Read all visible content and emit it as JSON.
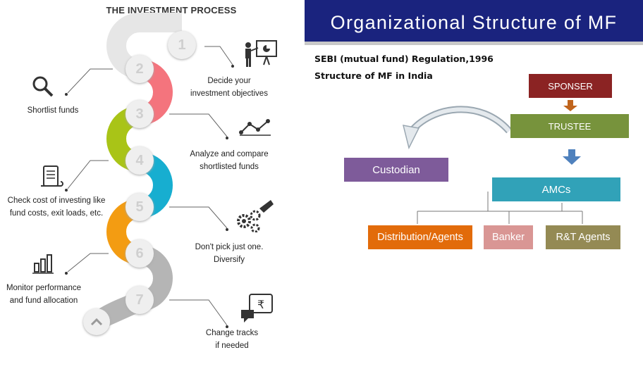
{
  "left": {
    "title": "THE INVESTMENT PROCESS",
    "steps": [
      "1",
      "2",
      "3",
      "4",
      "5",
      "6",
      "7"
    ],
    "captions": {
      "decide": [
        "Decide your",
        "investment objectives"
      ],
      "shortlist": [
        "Shortlist funds"
      ],
      "analyze": [
        "Analyze and compare",
        "shortlisted funds"
      ],
      "cost": [
        "Check cost of investing like",
        "fund costs, exit loads, etc."
      ],
      "diversify": [
        "Don't pick just one.",
        "Diversify"
      ],
      "monitor": [
        "Monitor performance",
        "and fund allocation"
      ],
      "change": [
        "Change tracks",
        "if needed"
      ]
    },
    "icons": [
      "presentation-icon",
      "search-icon",
      "line-chart-icon",
      "scroll-icon",
      "gears-icon",
      "bar-chart-icon",
      "rupee-chat-icon",
      "chevron-up-icon"
    ],
    "colors": {
      "gray": "#b5b5b5",
      "pink": "#f4747d",
      "green": "#a9c417",
      "blue": "#17aed0",
      "orange": "#f39c12"
    }
  },
  "right": {
    "title": "Organizational Structure of MF",
    "line1": "SEBI (mutual fund) Regulation,1996",
    "line2": "Structure of MF in India",
    "boxes": {
      "sponser": "SPONSER",
      "trustee": "TRUSTEE",
      "custodian": "Custodian",
      "amcs": "AMCs",
      "distribution": "Distribution/Agents",
      "banker": "Banker",
      "rt": "R&T Agents"
    },
    "colors": {
      "banner": "#1a237e",
      "sponser": "#8b2323",
      "trustee": "#77933c",
      "custodian": "#7e5b9a",
      "amcs": "#31a2b8",
      "distribution": "#e26b0a",
      "banker": "#d99694",
      "rt": "#948a54"
    }
  }
}
